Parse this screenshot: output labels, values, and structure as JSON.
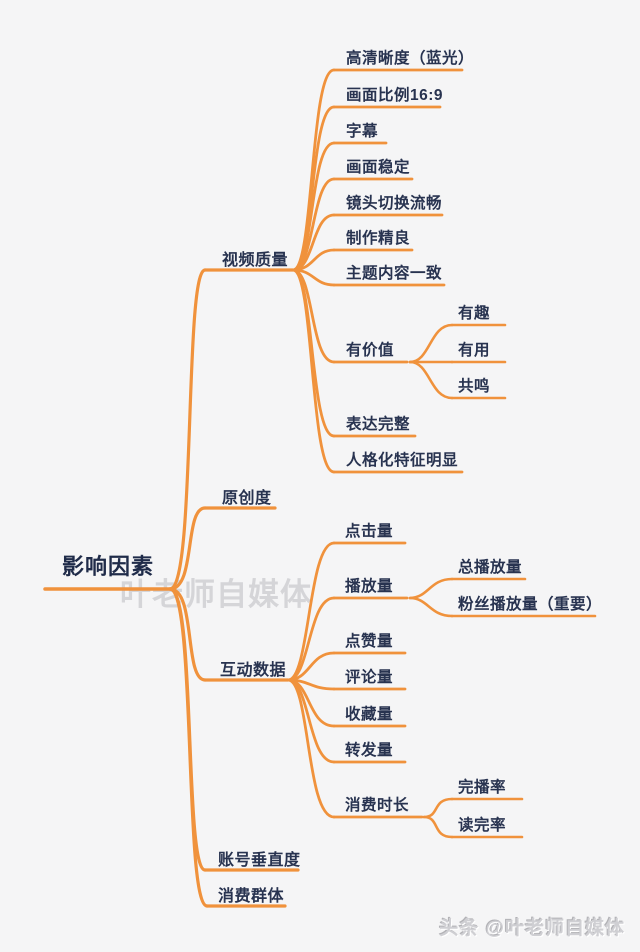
{
  "root": {
    "label": "影响因素"
  },
  "branches": [
    {
      "label": "视频质量",
      "children": [
        {
          "label": "高清晰度（蓝光）"
        },
        {
          "label": "画面比例16:9"
        },
        {
          "label": "字幕"
        },
        {
          "label": "画面稳定"
        },
        {
          "label": "镜头切换流畅"
        },
        {
          "label": "制作精良"
        },
        {
          "label": "主题内容一致"
        },
        {
          "label": "有价值",
          "children": [
            {
              "label": "有趣"
            },
            {
              "label": "有用"
            },
            {
              "label": "共鸣"
            }
          ]
        },
        {
          "label": "表达完整"
        },
        {
          "label": "人格化特征明显"
        }
      ]
    },
    {
      "label": "原创度"
    },
    {
      "label": "互动数据",
      "children": [
        {
          "label": "点击量"
        },
        {
          "label": "播放量",
          "children": [
            {
              "label": "总播放量"
            },
            {
              "label": "粉丝播放量（重要）"
            }
          ]
        },
        {
          "label": "点赞量"
        },
        {
          "label": "评论量"
        },
        {
          "label": "收藏量"
        },
        {
          "label": "转发量"
        },
        {
          "label": "消费时长",
          "children": [
            {
              "label": "完播率"
            },
            {
              "label": "读完率"
            }
          ]
        }
      ]
    },
    {
      "label": "账号垂直度"
    },
    {
      "label": "消费群体"
    }
  ],
  "watermarks": {
    "center": "叶老师自媒体",
    "footer": "头条 @叶老师自媒体"
  },
  "colors": {
    "branch_line": "#F0923C",
    "node_text": "#283350",
    "background": "#F5F5F6",
    "watermark": "#D5D5D8"
  }
}
